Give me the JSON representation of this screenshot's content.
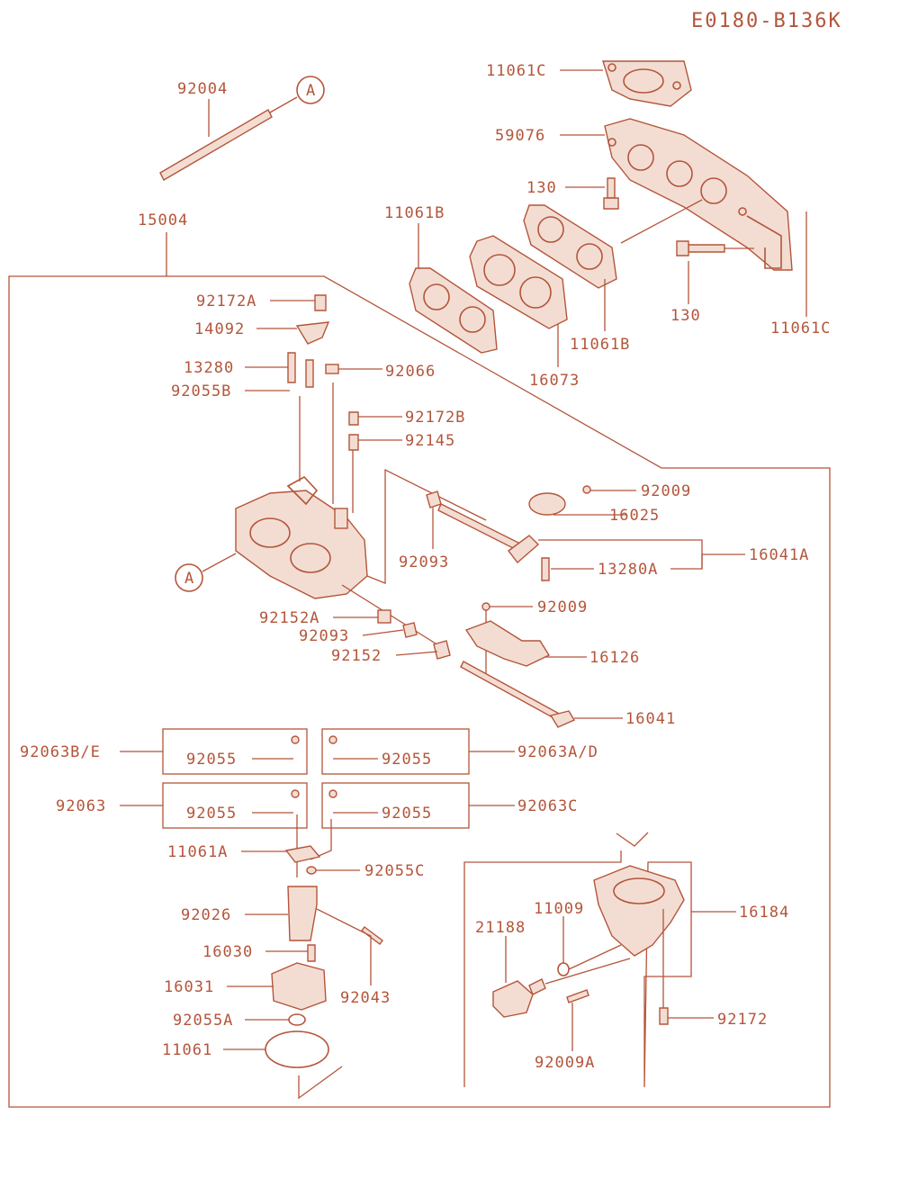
{
  "diagram_id": "E0180-B136K",
  "callouts": {
    "c_11061C_top": "11061C",
    "c_59076": "59076",
    "c_130_a": "130",
    "c_130_b": "130",
    "c_11061C_r": "11061C",
    "c_11061B_l": "11061B",
    "c_11061B_r": "11061B",
    "c_16073": "16073",
    "c_92004": "92004",
    "c_A_top": "A",
    "c_A_left": "A",
    "c_15004": "15004",
    "c_92172A": "92172A",
    "c_14092": "14092",
    "c_13280": "13280",
    "c_92055B": "92055B",
    "c_92066": "92066",
    "c_92172B": "92172B",
    "c_92145": "92145",
    "c_92009_a": "92009",
    "c_16025": "16025",
    "c_92093_a": "92093",
    "c_16041A": "16041A",
    "c_13280A": "13280A",
    "c_92009_b": "92009",
    "c_92152A": "92152A",
    "c_92093_b": "92093",
    "c_92152": "92152",
    "c_16126": "16126",
    "c_16041": "16041",
    "c_92063BE": "92063B/E",
    "c_92055_1": "92055",
    "c_92055_2": "92055",
    "c_92063AD": "92063A/D",
    "c_92063": "92063",
    "c_92055_3": "92055",
    "c_92055_4": "92055",
    "c_92063C": "92063C",
    "c_11061A": "11061A",
    "c_92055C": "92055C",
    "c_92026": "92026",
    "c_16030": "16030",
    "c_92043": "92043",
    "c_16031": "16031",
    "c_92055A": "92055A",
    "c_11061": "11061",
    "c_11009": "11009",
    "c_21188": "21188",
    "c_16184": "16184",
    "c_92009A": "92009A",
    "c_92172": "92172"
  },
  "colors": {
    "line": "#b4553a",
    "fill": "#f3ddd3",
    "background": "#ffffff"
  }
}
